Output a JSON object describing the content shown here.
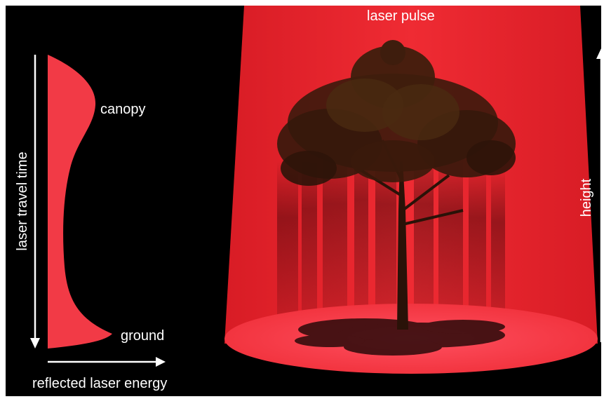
{
  "labels": {
    "laser_pulse": "laser pulse",
    "canopy": "canopy",
    "ground": "ground",
    "reflected_energy": "reflected laser energy",
    "travel_time": "laser travel time",
    "height": "height"
  },
  "colors": {
    "background": "#000000",
    "beam": "#e8222b",
    "waveform": "#f23a46",
    "text": "#ffffff"
  }
}
